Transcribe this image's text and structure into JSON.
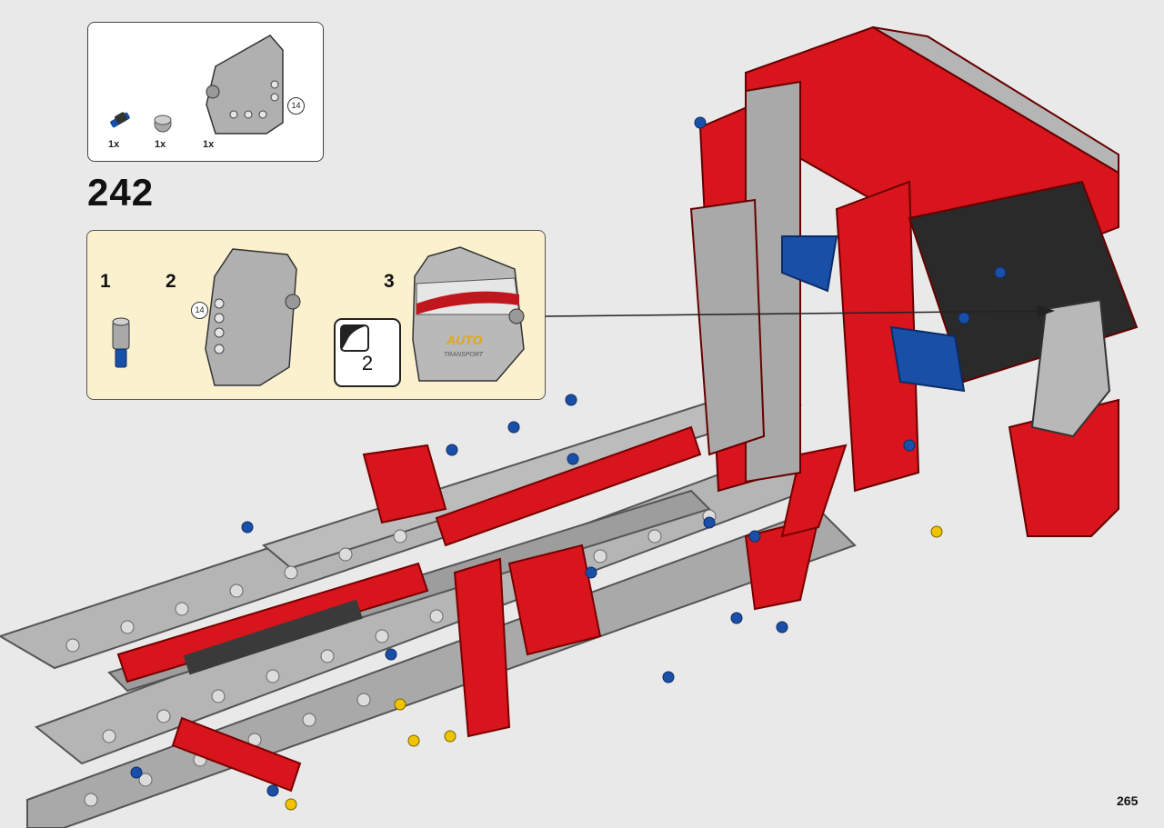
{
  "parts_list": {
    "items": [
      {
        "qty": "1x",
        "icon": "blue-pin-with-bushing"
      },
      {
        "qty": "1x",
        "icon": "gray-bushing"
      },
      {
        "qty": "1x",
        "icon": "gray-panel"
      }
    ],
    "panel_callout": "14"
  },
  "step": {
    "number": "242",
    "substeps": [
      {
        "label": "1",
        "icon": "pin-bushing"
      },
      {
        "label": "2",
        "icon": "panel",
        "callout": "14"
      },
      {
        "label": "3",
        "icon": "stickered-panel",
        "sticker_text": "AUTO",
        "sticker_subtext": "TRANSPORT"
      }
    ],
    "sticker_sheet_number": "2"
  },
  "page": {
    "number": "265"
  },
  "colors": {
    "background": "#e9e9e9",
    "red": "#d8141c",
    "gray": "#a8a8a8",
    "dark": "#2a2a2a",
    "blue": "#1a4fa8",
    "substep_bg": "#fbf1cf"
  }
}
